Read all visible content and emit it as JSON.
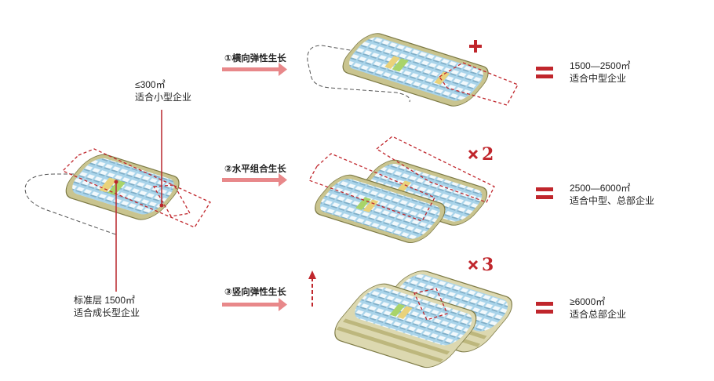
{
  "left_labels": {
    "small_area": "≤300㎡",
    "small_desc": "适合小型企业",
    "standard_area": "标准层 1500㎡",
    "standard_desc": "适合成长型企业"
  },
  "steps": [
    {
      "label": "①横向弹性生长",
      "result_area": "1500—2500㎡",
      "result_desc": "适合中型企业"
    },
    {
      "label": "②水平组合生长",
      "multiplier": "2",
      "result_area": "2500—6000㎡",
      "result_desc": "适合中型、总部企业"
    },
    {
      "label": "③竖向弹性生长",
      "multiplier": "3",
      "result_area": "≥6000㎡",
      "result_desc": "适合总部企业"
    }
  ],
  "colors": {
    "accent": "#c0262c",
    "arrow": "#e8888a",
    "floor": "#a9d4ea",
    "slab": "#c9c48f"
  },
  "icons": [
    "plus-icon",
    "times-icon",
    "equals-icon",
    "up-arrow-icon"
  ]
}
